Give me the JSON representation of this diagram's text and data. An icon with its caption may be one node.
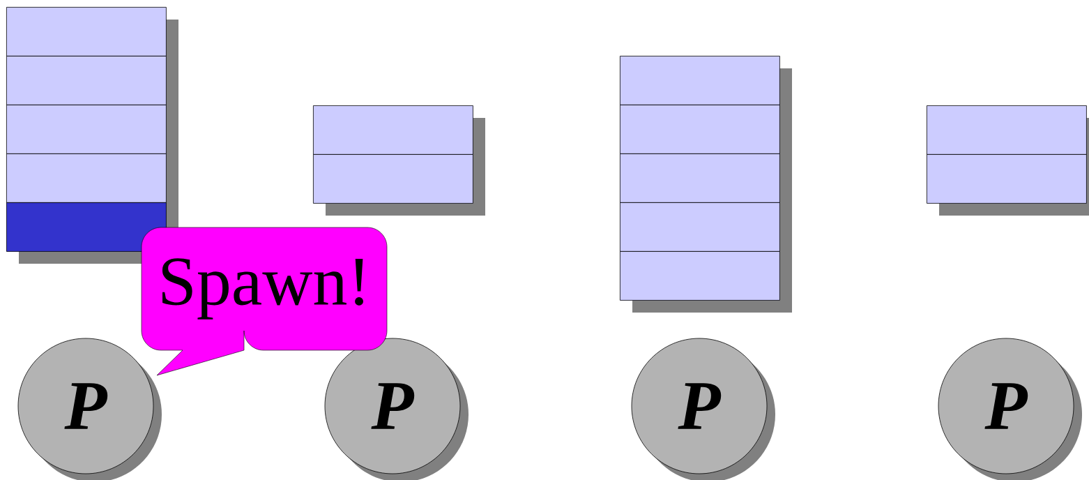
{
  "diagram": {
    "nodes": [
      {
        "text": [],
        "shape": "box"
      },
      {
        "text": [],
        "shape": "box"
      },
      {
        "text": [],
        "shape": "box"
      },
      {
        "text": [],
        "shape": "box"
      },
      {
        "text": [],
        "shape": "box"
      },
      {
        "text": [],
        "shape": "box"
      },
      {
        "text": [],
        "shape": "box"
      },
      {
        "text": [],
        "shape": "box"
      },
      {
        "text": [],
        "shape": "box"
      },
      {
        "text": [],
        "shape": "box"
      },
      {
        "text": [],
        "shape": "box"
      },
      {
        "text": [],
        "shape": "box"
      },
      {
        "text": [],
        "shape": "box"
      },
      {
        "text": [],
        "shape": "box"
      },
      {
        "text": [
          "P"
        ]
      },
      {
        "text": [
          "P"
        ]
      },
      {
        "text": [
          "P"
        ]
      },
      {
        "text": [
          "P"
        ]
      },
      {
        "text": [
          "Spawn!"
        ]
      }
    ]
  }
}
